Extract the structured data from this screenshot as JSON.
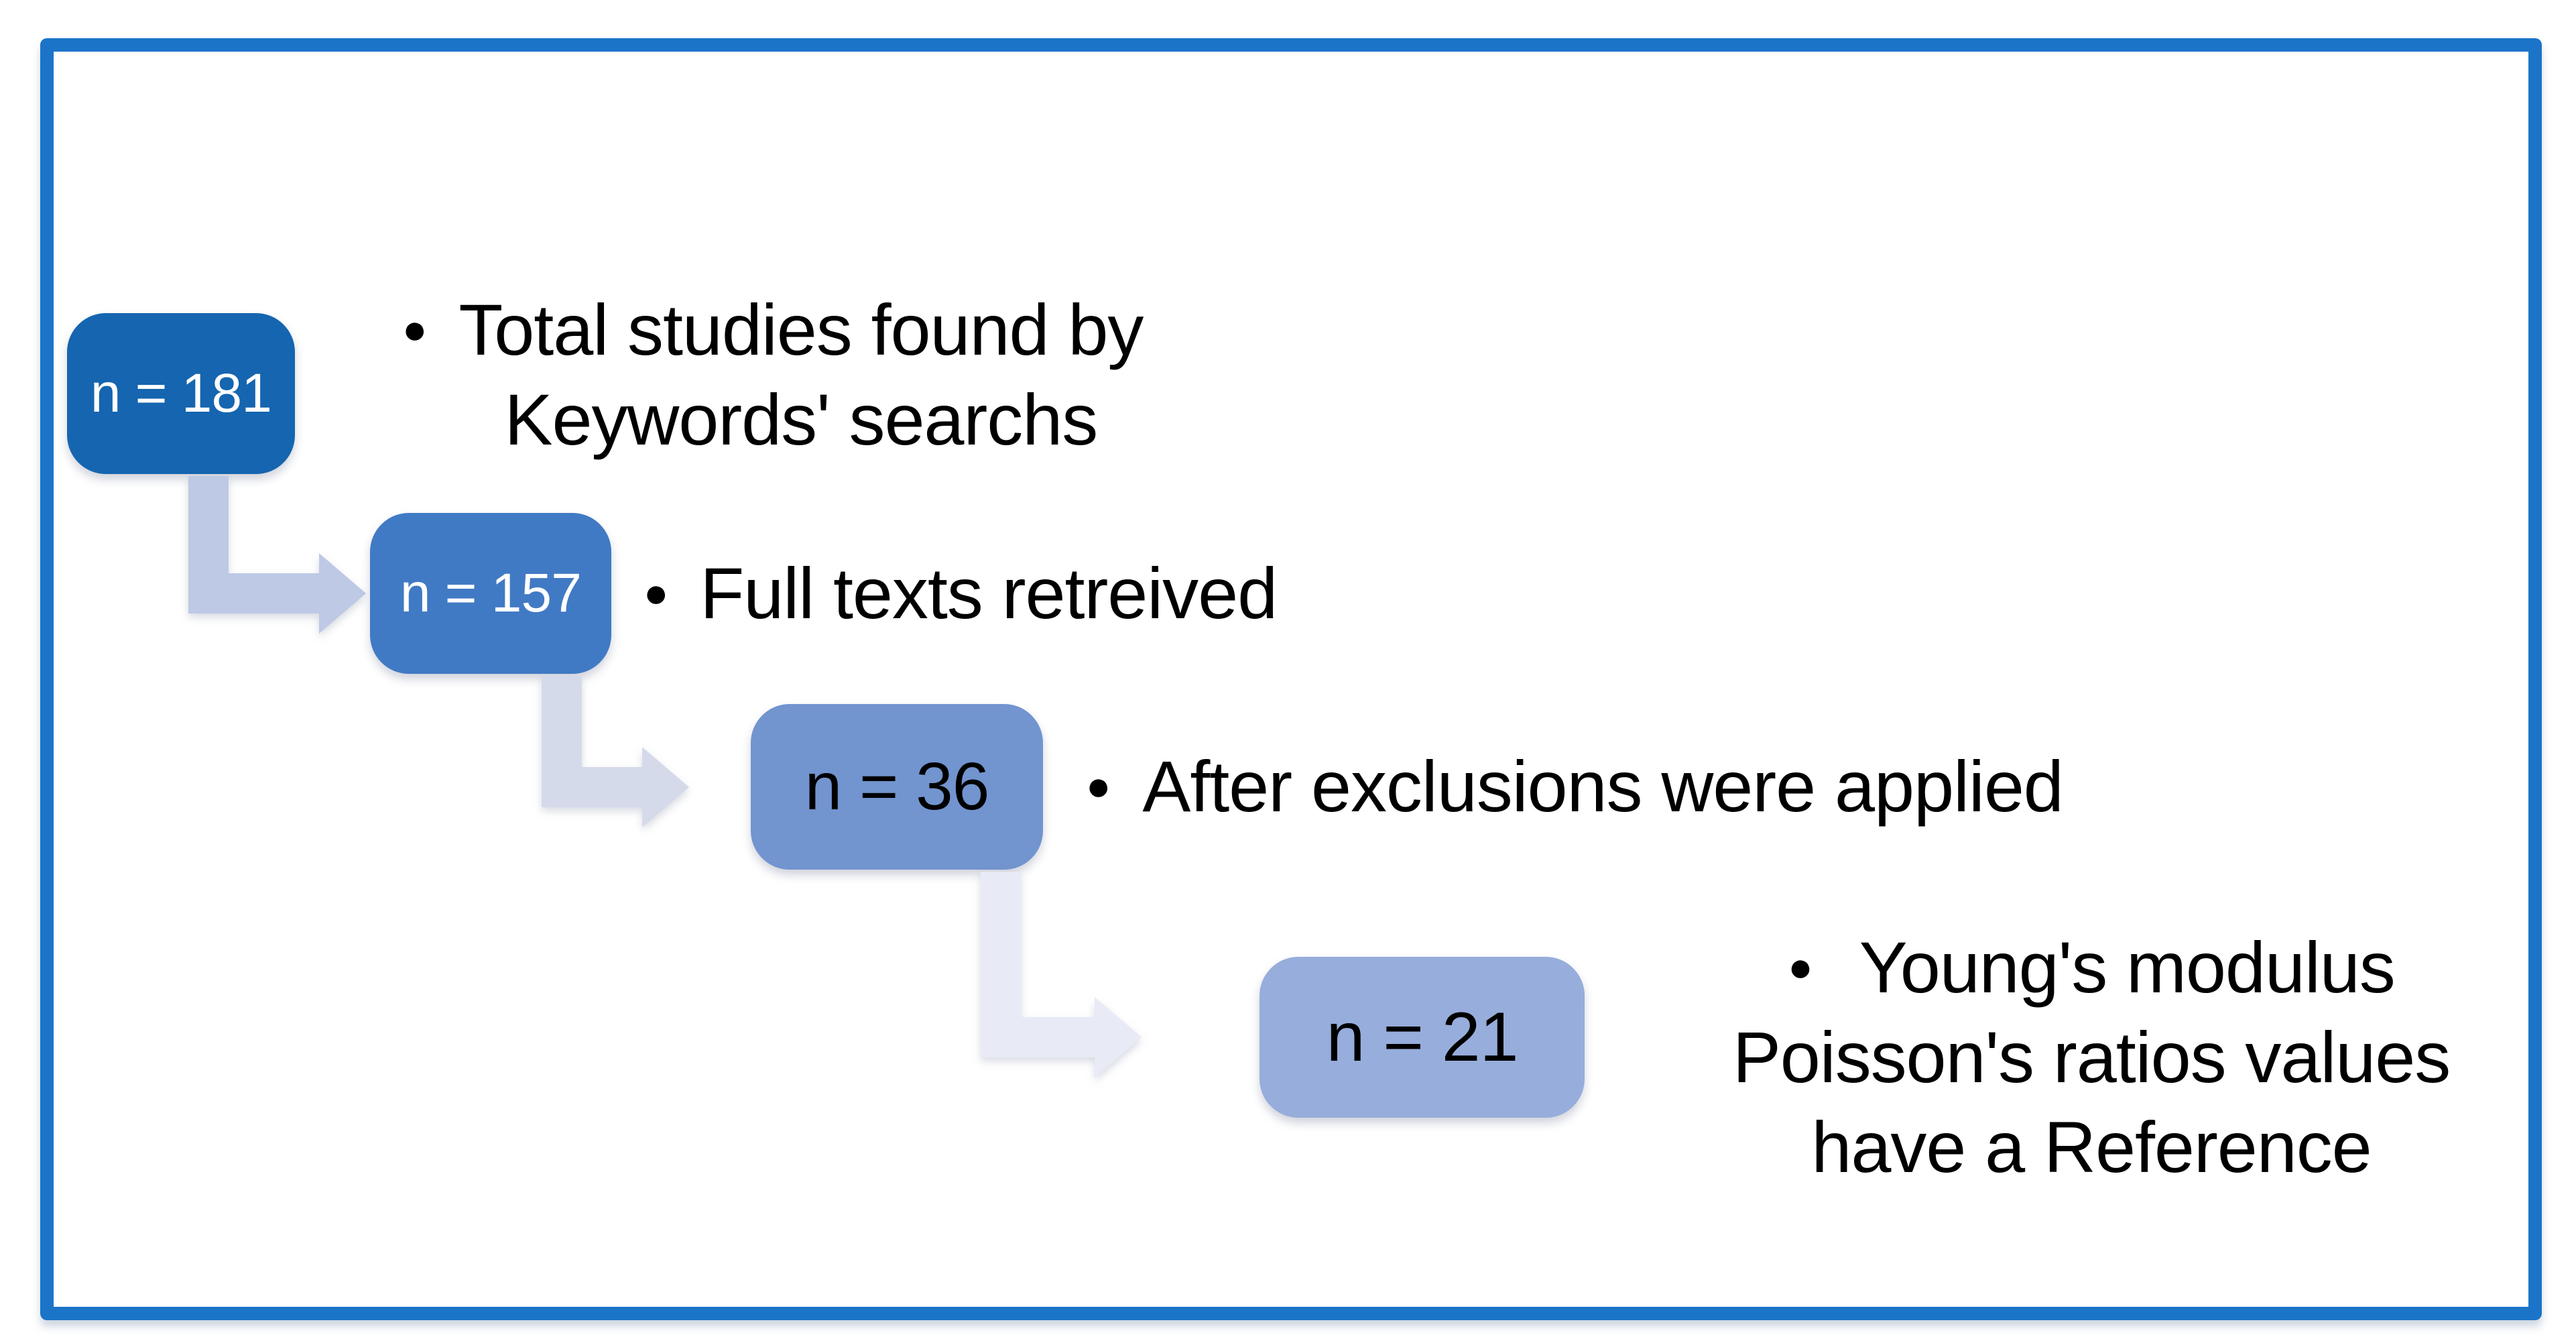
{
  "figure": {
    "type": "study-selection-flowchart",
    "frame_border_color": "#1B74C8",
    "background_color": "#FFFFFF"
  },
  "icons": {
    "bullet": "●"
  },
  "flow": {
    "steps": [
      {
        "box_label": "n = 181",
        "box_color": "#1565B0",
        "text_color": "#FFFFFF",
        "bullet_lines": [
          "Total studies found by",
          "Keywords' searchs"
        ]
      },
      {
        "box_label": "n = 157",
        "box_color": "#417AC4",
        "text_color": "#FFFFFF",
        "bullet_lines": [
          "Full texts retreived"
        ]
      },
      {
        "box_label": "n = 36",
        "box_color": "#7294CF",
        "text_color": "#000000",
        "bullet_lines": [
          "After exclusions were applied"
        ]
      },
      {
        "box_label": "n = 21",
        "box_color": "#97ADDB",
        "text_color": "#000000",
        "bullet_lines": [
          "Young's modulus",
          "Poisson's ratios values",
          "have a Reference"
        ]
      }
    ],
    "arrows": [
      {
        "color": "#BDC9E5"
      },
      {
        "color": "#D5DAEB"
      },
      {
        "color": "#E8EAF6"
      }
    ]
  }
}
